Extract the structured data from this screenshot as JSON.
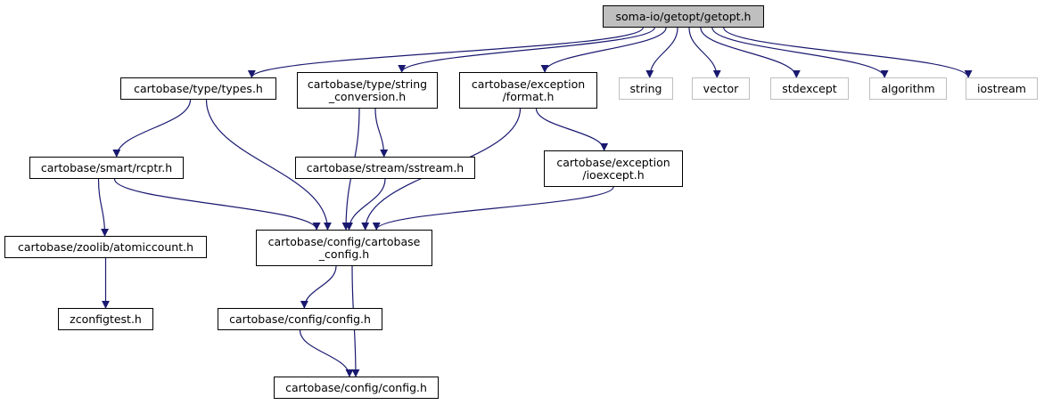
{
  "colors": {
    "edge": "#191970",
    "node_border": "#000000",
    "external_border": "#bfbfbf",
    "root_fill": "#bfbfbf"
  },
  "nodes": {
    "root": "soma-io/getopt/getopt.h",
    "types": "cartobase/type/types.h",
    "string_conversion": [
      "cartobase/type/string",
      "_conversion.h"
    ],
    "format": [
      "cartobase/exception",
      "/format.h"
    ],
    "string": "string",
    "vector": "vector",
    "stdexcept": "stdexcept",
    "algorithm": "algorithm",
    "iostream": "iostream",
    "rcptr": "cartobase/smart/rcptr.h",
    "sstream": "cartobase/stream/sstream.h",
    "ioexcept": [
      "cartobase/exception",
      "/ioexcept.h"
    ],
    "cartobase_config": [
      "cartobase/config/cartobase",
      "_config.h"
    ],
    "atomiccount": "cartobase/zoolib/atomiccount.h",
    "zconfigtest": "zconfigtest.h",
    "config_a": "cartobase/config/config.h",
    "config_b": "cartobase/config/config.h"
  },
  "edges": [
    [
      "root",
      "types"
    ],
    [
      "root",
      "string_conversion"
    ],
    [
      "root",
      "format"
    ],
    [
      "root",
      "string"
    ],
    [
      "root",
      "vector"
    ],
    [
      "root",
      "stdexcept"
    ],
    [
      "root",
      "algorithm"
    ],
    [
      "root",
      "iostream"
    ],
    [
      "types",
      "rcptr"
    ],
    [
      "types",
      "cartobase_config"
    ],
    [
      "string_conversion",
      "sstream"
    ],
    [
      "string_conversion",
      "cartobase_config"
    ],
    [
      "format",
      "ioexcept"
    ],
    [
      "format",
      "cartobase_config"
    ],
    [
      "rcptr",
      "atomiccount"
    ],
    [
      "rcptr",
      "cartobase_config"
    ],
    [
      "sstream",
      "cartobase_config"
    ],
    [
      "ioexcept",
      "cartobase_config"
    ],
    [
      "atomiccount",
      "zconfigtest"
    ],
    [
      "cartobase_config",
      "config_a"
    ],
    [
      "cartobase_config",
      "config_b"
    ],
    [
      "config_a",
      "config_b"
    ]
  ]
}
